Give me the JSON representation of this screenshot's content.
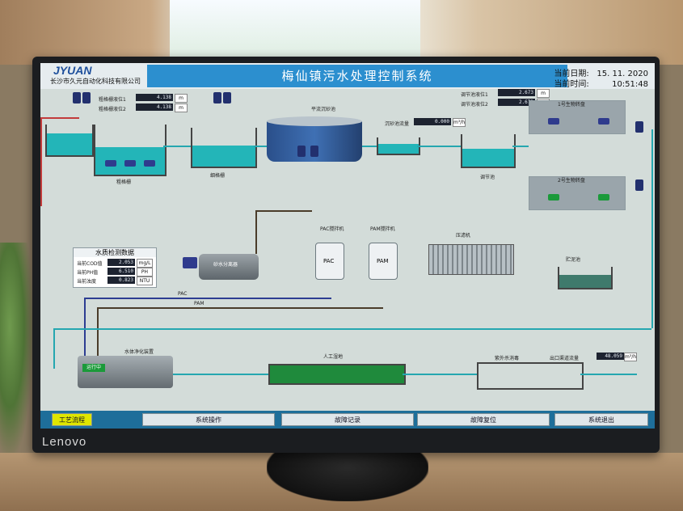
{
  "header": {
    "logo_text": "JYUAN",
    "company": "长沙市久元自动化科技有限公司",
    "title": "梅仙镇污水处理控制系统",
    "date_label": "当前日期:",
    "date_value": "15. 11. 2020",
    "time_label": "当前时间:",
    "time_value": "10:51:48"
  },
  "process": {
    "grille_level1_label": "粗格栅液位1",
    "grille_level1_value": "4.138",
    "grille_level1_unit": "m",
    "grille_level2_label": "粗格栅液位2",
    "grille_level2_value": "4.138",
    "grille_level2_unit": "m",
    "sump_level1_label": "调节池液位1",
    "sump_level1_value": "2.673",
    "sump_level1_unit": "m",
    "sump_level2_label": "调节池液位2",
    "sump_level2_value": "2.673",
    "sump_level2_unit": "m",
    "flow_label": "沉砂池流量",
    "flow_value": "0.000",
    "flow_unit": "m³/h",
    "outlet_flow_label": "出口渠道流量",
    "outlet_flow_value": "48.059",
    "outlet_flow_unit": "m³/h",
    "tank_coarse": "粗格栅",
    "tank_fine": "细格栅",
    "tank_settling": "平流沉砂池",
    "tank_sump": "调节池",
    "tank_bio1": "1号生物转盘",
    "tank_bio2": "2号生物转盘",
    "press": "压滤机",
    "sludge_tank": "贮泥池",
    "wetland": "人工湿地",
    "uv": "紫外杀消毒",
    "integrated": "水体净化装置",
    "pac_mixer": "PAC搅拌机",
    "pam_mixer": "PAM搅拌机",
    "pac": "PAC",
    "pam": "PAM",
    "sand_separator": "砂水分离器",
    "running": "运行中"
  },
  "water_quality": {
    "title": "水质检测数据",
    "rows": [
      {
        "label": "当前COD值",
        "value": "2.053",
        "unit": "mg/L"
      },
      {
        "label": "当前PH值",
        "value": "6.510",
        "unit": "PH"
      },
      {
        "label": "当前浊度",
        "value": "0.823",
        "unit": "NTU"
      }
    ]
  },
  "footer": {
    "buttons": [
      {
        "label": "工艺流程"
      },
      {
        "label": "系统操作"
      },
      {
        "label": "故障记录"
      },
      {
        "label": "故障复位"
      },
      {
        "label": "系统退出"
      }
    ]
  },
  "monitor": {
    "brand": "Lenovo"
  },
  "colors": {
    "title_bar": "#2c8fcf",
    "water": "#23b5b8",
    "pipe_cyan": "#25a7b0",
    "pipe_red": "#c23b3b",
    "pipe_blue": "#2d3d92",
    "pump_green": "#1b9a3a",
    "footer_bar": "#1e6e9a"
  }
}
